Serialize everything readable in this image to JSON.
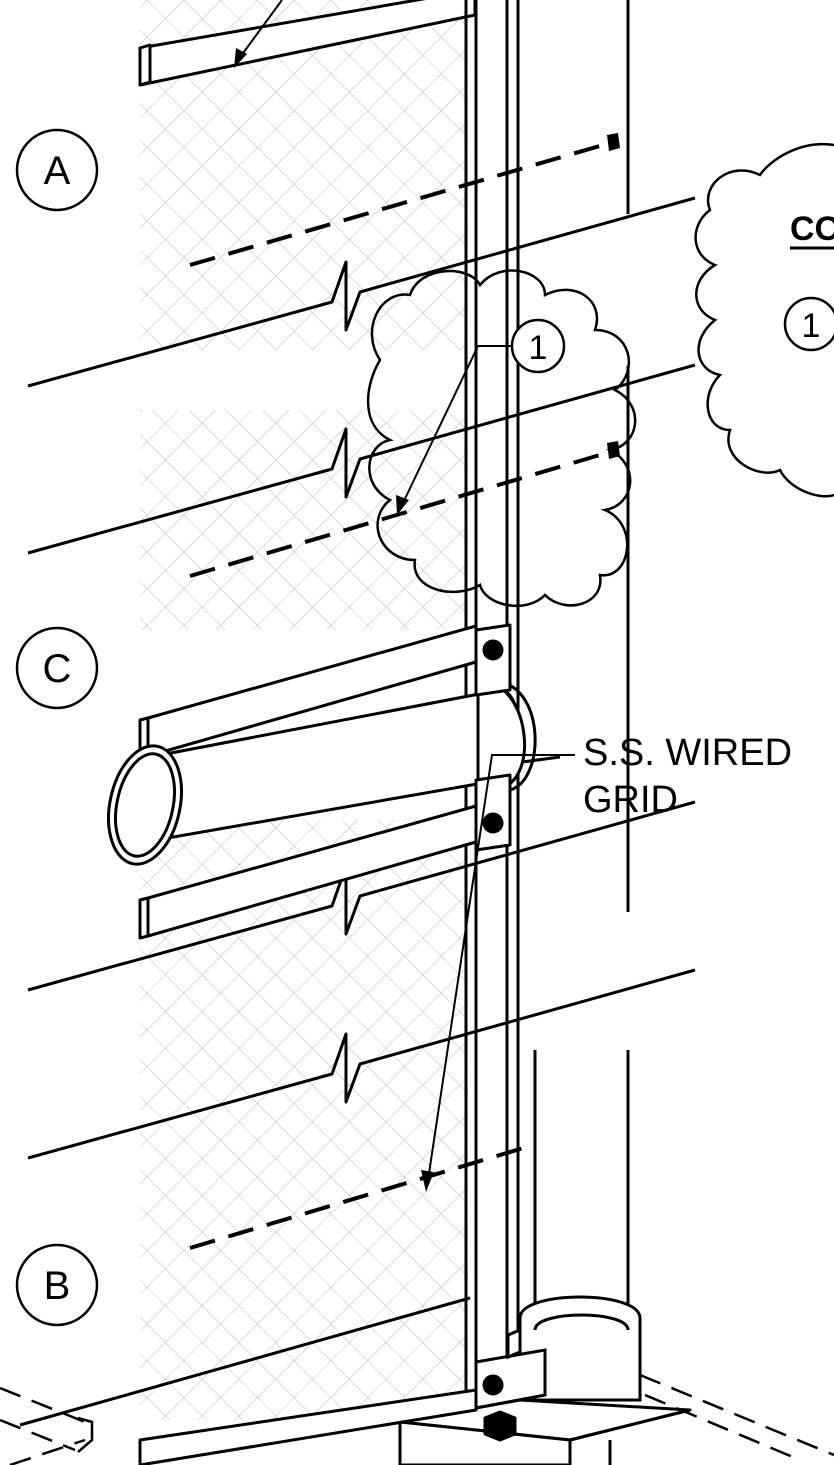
{
  "section_markers": {
    "a": "A",
    "c": "C",
    "b": "B"
  },
  "keynote": {
    "number": "1",
    "cloud_heading": "CO"
  },
  "callout": {
    "line1": "S.S. WIRED",
    "line2": "GRID"
  },
  "colors": {
    "line": "#000000",
    "grid_hatch": "#b8b8b8",
    "background": "#ffffff"
  }
}
